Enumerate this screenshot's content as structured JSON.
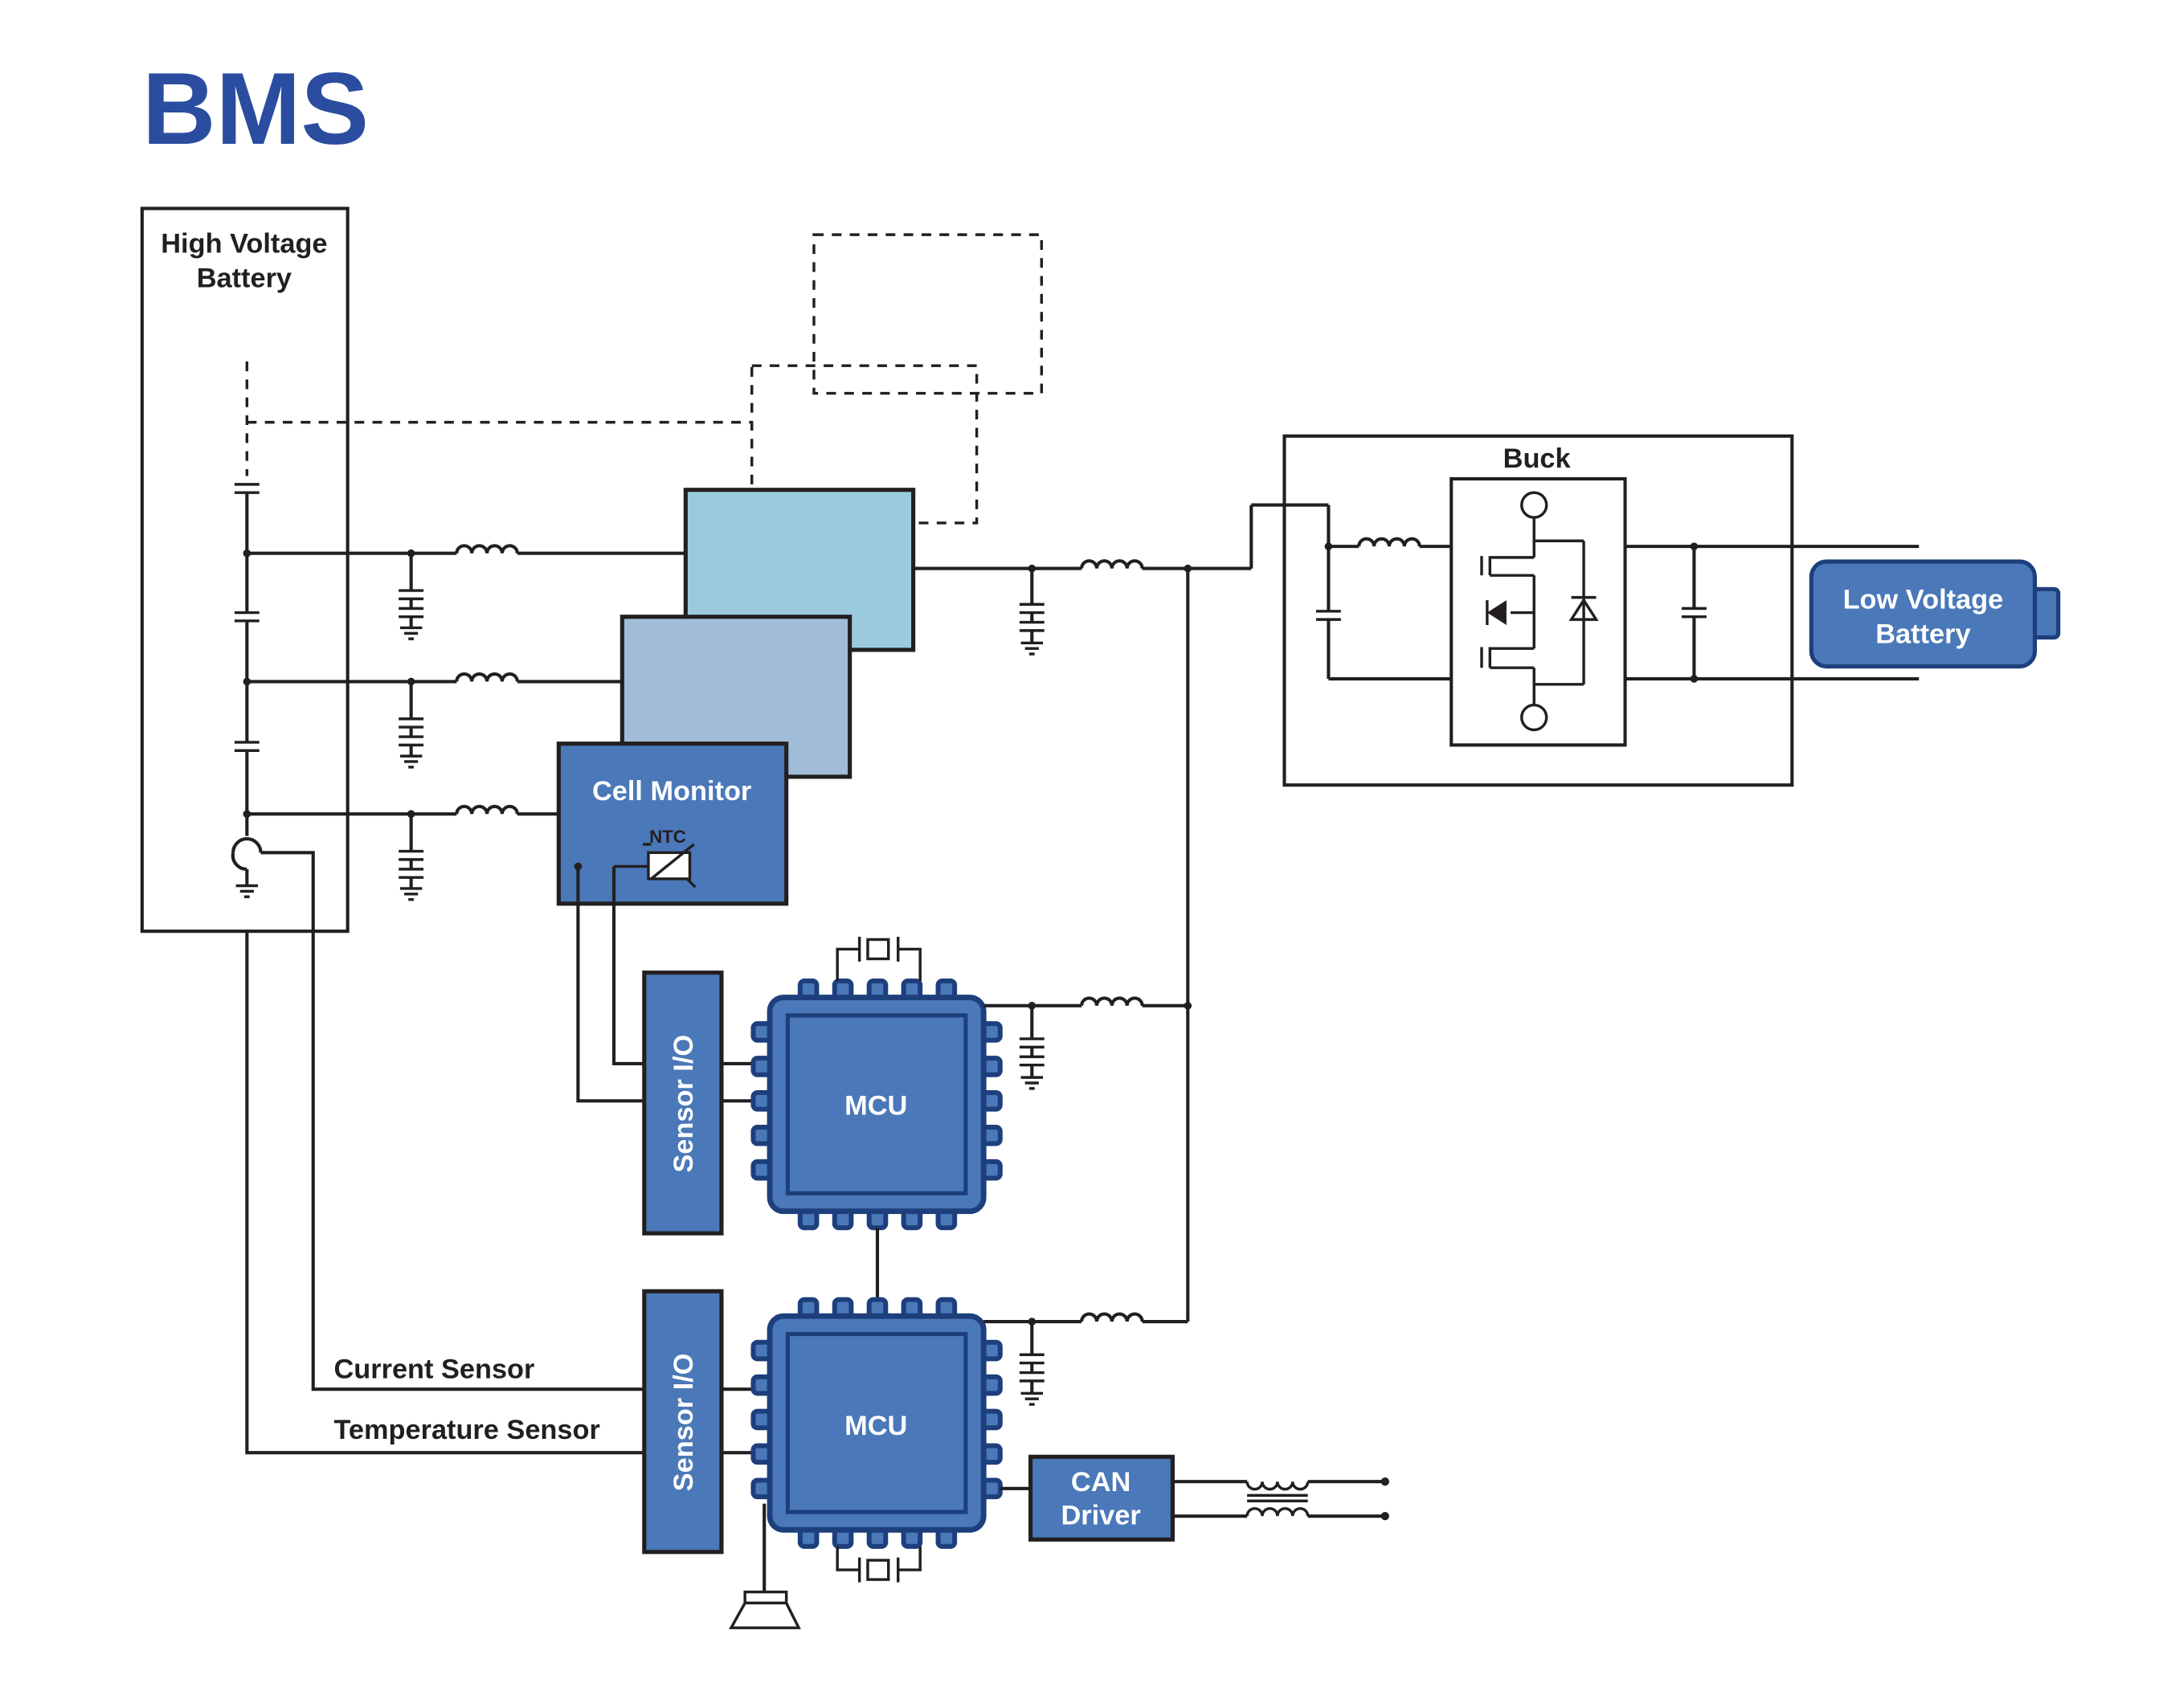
{
  "title": "BMS",
  "blocks": {
    "hv_battery": [
      "High Voltage",
      "Battery"
    ],
    "buck": "Buck",
    "lv_battery": [
      "Low Voltage",
      "Battery"
    ],
    "cell_monitor": "Cell Monitor",
    "ntc": "NTC",
    "sensor_io_1": "Sensor I/O",
    "sensor_io_2": "Sensor I/O",
    "mcu_1": "MCU",
    "mcu_2": "MCU",
    "can_driver": [
      "CAN",
      "Driver"
    ]
  },
  "signals": {
    "current_sensor": "Current Sensor",
    "temperature_sensor": "Temperature Sensor"
  },
  "colors": {
    "title": "#2a4d9f",
    "block_dark": "#4a78b8",
    "block_light_1": "#9ccadd",
    "block_light_2": "#a0bcd6",
    "chip_outline": "#1d3f7c"
  }
}
